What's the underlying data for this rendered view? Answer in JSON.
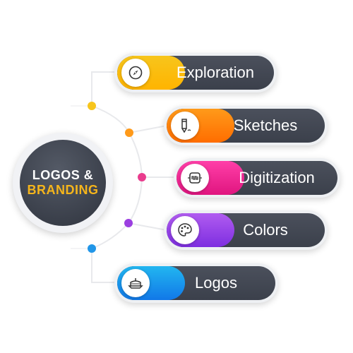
{
  "hub": {
    "title_line1": "LOGOS &",
    "title_line2": "BRANDING"
  },
  "steps": [
    {
      "label": "Exploration",
      "icon": "compass-icon",
      "accent": "#f7c51c",
      "accent2": "#ffb400"
    },
    {
      "label": "Sketches",
      "icon": "pencil-icon",
      "accent": "#ff9a1a",
      "accent2": "#ff6d00"
    },
    {
      "label": "Digitization",
      "icon": "circuit-chip-icon",
      "accent": "#ff3fa8",
      "accent2": "#e0157f"
    },
    {
      "label": "Colors",
      "icon": "palette-icon",
      "accent": "#b15cf0",
      "accent2": "#7d2ee0"
    },
    {
      "label": "Logos",
      "icon": "ship-logo-icon",
      "accent": "#22b6f0",
      "accent2": "#1178e8"
    }
  ],
  "dot_colors": [
    "#f7c51c",
    "#ff9a1a",
    "#e93c8d",
    "#9b3fe0",
    "#2196e8"
  ]
}
